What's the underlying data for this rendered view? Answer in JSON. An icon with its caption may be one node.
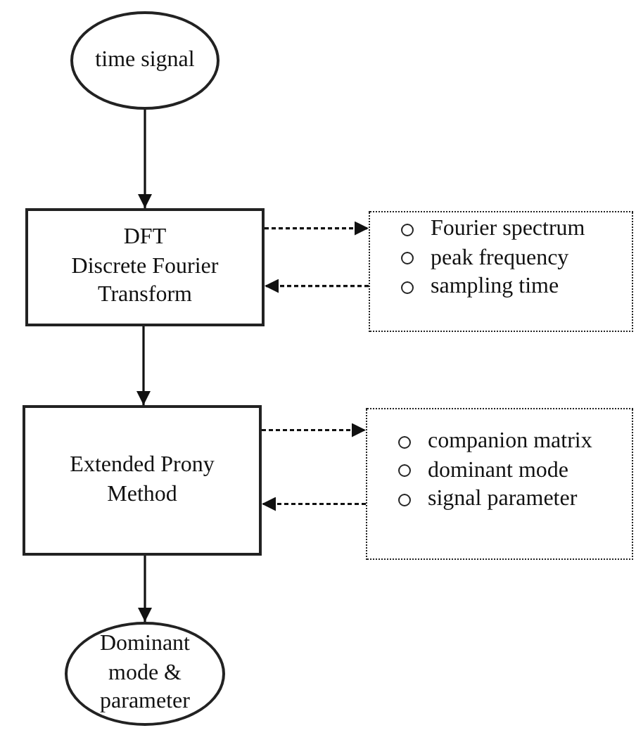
{
  "diagram": {
    "nodes": [
      {
        "text": [
          "time signal"
        ]
      },
      {
        "text": [
          "DFT",
          "Discrete Fourier Transform"
        ]
      },
      {
        "text": [
          "Fourier spectrum",
          "peak frequency",
          "sampling time"
        ]
      },
      {
        "text": [
          "Extended Prony Method"
        ]
      },
      {
        "text": [
          "companion matrix",
          "dominant mode",
          "signal parameter"
        ]
      },
      {
        "text": [
          "Dominant mode & parameter"
        ]
      }
    ],
    "edges": [
      {
        "from": 0,
        "to": 1,
        "arrow": "to"
      },
      {
        "from": 1,
        "to": 2,
        "arrow": "to",
        "style": "dashed"
      },
      {
        "from": 2,
        "to": 1,
        "arrow": "to",
        "style": "dashed"
      },
      {
        "from": 1,
        "to": 3,
        "arrow": "to"
      },
      {
        "from": 3,
        "to": 4,
        "arrow": "to",
        "style": "dashed"
      },
      {
        "from": 4,
        "to": 3,
        "arrow": "to",
        "style": "dashed"
      },
      {
        "from": 3,
        "to": 5,
        "arrow": "to"
      }
    ]
  }
}
